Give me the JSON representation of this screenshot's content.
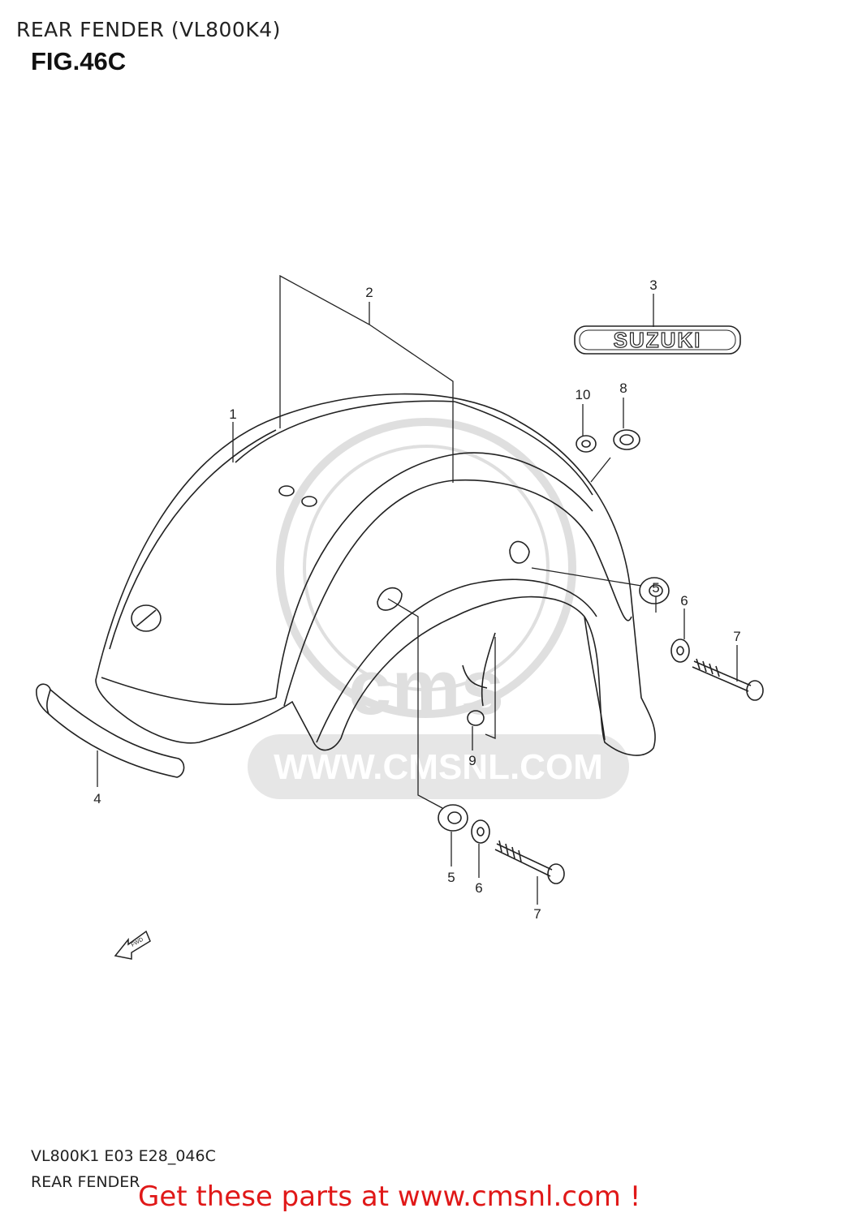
{
  "header": {
    "title": "REAR FENDER (VL800K4)",
    "figure": "FIG.46C"
  },
  "footer": {
    "model_code": "VL800K1 E03 E28_046C",
    "section_name": "REAR FENDER"
  },
  "banner": {
    "text": "Get these parts at www.cmsnl.com !",
    "color": "#e01818"
  },
  "watermark": {
    "logo_text": "cms",
    "url_text": "WWW.CMSNL.COM"
  },
  "emblem": {
    "text": "SUZUKI"
  },
  "direction_arrow": {
    "text": "FWD"
  },
  "callouts": [
    {
      "id": "c1",
      "number": "1"
    },
    {
      "id": "c2",
      "number": "2"
    },
    {
      "id": "c3",
      "number": "3"
    },
    {
      "id": "c4",
      "number": "4"
    },
    {
      "id": "c5a",
      "number": "5"
    },
    {
      "id": "c6a",
      "number": "6"
    },
    {
      "id": "c7a",
      "number": "7"
    },
    {
      "id": "c8",
      "number": "8"
    },
    {
      "id": "c9",
      "number": "9"
    },
    {
      "id": "c10",
      "number": "10"
    },
    {
      "id": "c5b",
      "number": "5"
    },
    {
      "id": "c6b",
      "number": "6"
    },
    {
      "id": "c7b",
      "number": "7"
    }
  ]
}
